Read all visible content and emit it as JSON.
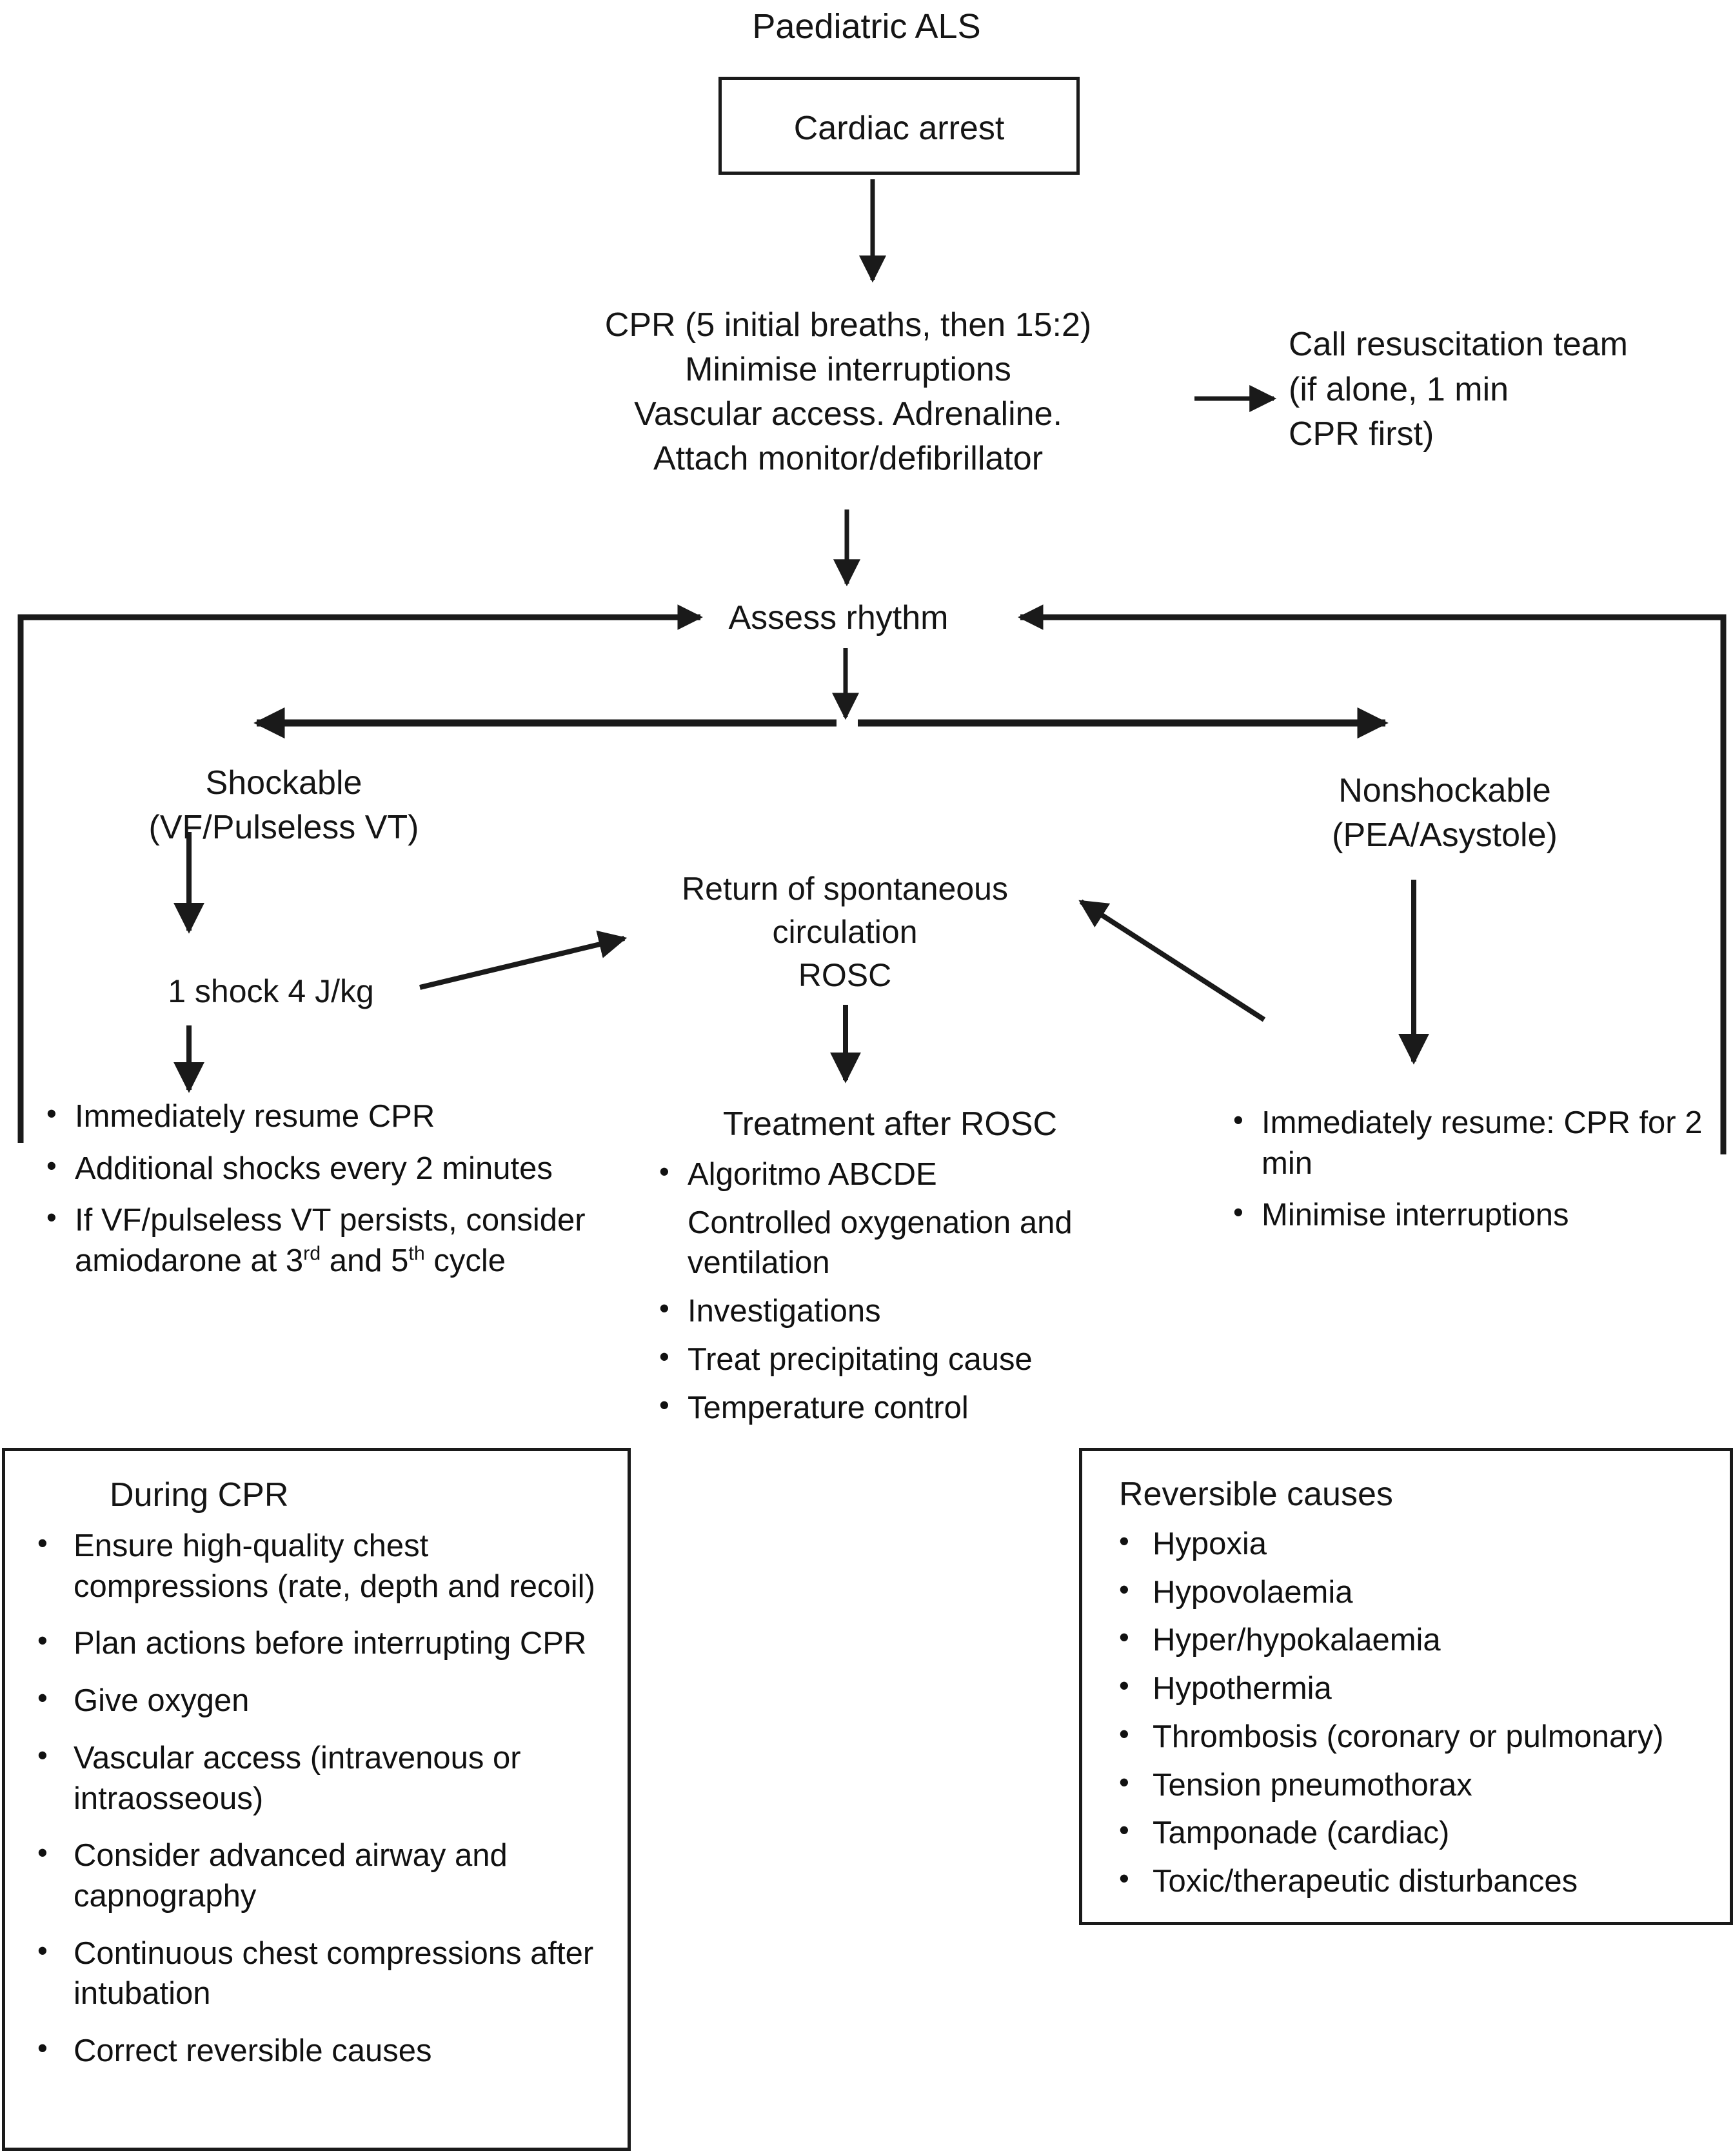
{
  "title": "Paediatric ALS",
  "nodes": {
    "cardiac_arrest": "Cardiac arrest",
    "cpr_block": "CPR (5 initial breaths, then 15:2)\nMinimise interruptions\nVascular access. Adrenaline.\nAttach monitor/defibrillator",
    "call_team": "Call resuscitation team\n(if alone, 1 min\nCPR first)",
    "assess_rhythm": "Assess rhythm",
    "shockable_label": "Shockable\n(VF/Pulseless VT)",
    "nonshockable_label": "Nonshockable\n(PEA/Asystole)",
    "one_shock": "1 shock 4 J/kg",
    "rosc_block": "Return of spontaneous\ncirculation\nROSC",
    "treatment_heading": "Treatment after ROSC"
  },
  "shockable_branch": {
    "items": [
      {
        "text": "Immediately resume CPR",
        "bullet": true
      },
      {
        "text": "Additional shocks every 2 minutes",
        "bullet": true
      },
      {
        "text": "If VF/pulseless VT persists, consider amiodarone at 3rd and 5th cycle",
        "bullet": true,
        "superscripts": [
          "rd",
          "th"
        ]
      }
    ]
  },
  "rosc_branch": {
    "items": [
      {
        "text": "Algoritmo ABCDE",
        "bullet": true
      },
      {
        "text": "Controlled oxygenation and ventilation",
        "bullet": false
      },
      {
        "text": "Investigations",
        "bullet": true
      },
      {
        "text": "Treat precipitating cause",
        "bullet": true
      },
      {
        "text": "Temperature control",
        "bullet": true
      }
    ]
  },
  "nonshockable_branch": {
    "items": [
      {
        "text": "Immediately resume: CPR for 2 min",
        "bullet": true
      },
      {
        "text": "Minimise interruptions",
        "bullet": true
      }
    ]
  },
  "during_cpr_box": {
    "title": "During CPR",
    "items": [
      {
        "text": "Ensure high-quality chest compressions (rate, depth and recoil)",
        "bullet": true
      },
      {
        "text": "Plan actions before interrupting CPR",
        "bullet": true
      },
      {
        "text": "Give oxygen",
        "bullet": true
      },
      {
        "text": "Vascular access (intravenous or intraosseous)",
        "bullet": true
      },
      {
        "text": "Consider advanced airway and capnography",
        "bullet": true
      },
      {
        "text": "Continuous chest compressions after intubation",
        "bullet": true
      },
      {
        "text": "Correct reversible causes",
        "bullet": true
      }
    ]
  },
  "reversible_causes_box": {
    "title": "Reversible causes",
    "items": [
      {
        "text": "Hypoxia",
        "bullet": true
      },
      {
        "text": "Hypovolaemia",
        "bullet": true
      },
      {
        "text": "Hyper/hypokalaemia",
        "bullet": true
      },
      {
        "text": "Hypothermia",
        "bullet": true
      },
      {
        "text": "Thrombosis (coronary or pulmonary)",
        "bullet": true
      },
      {
        "text": "Tension pneumothorax",
        "bullet": true
      },
      {
        "text": "Tamponade (cardiac)",
        "bullet": true
      },
      {
        "text": "Toxic/therapeutic disturbances",
        "bullet": true
      }
    ]
  },
  "colors": {
    "ink": "#151515",
    "stroke": "#1a1a1a",
    "background": "#ffffff"
  }
}
